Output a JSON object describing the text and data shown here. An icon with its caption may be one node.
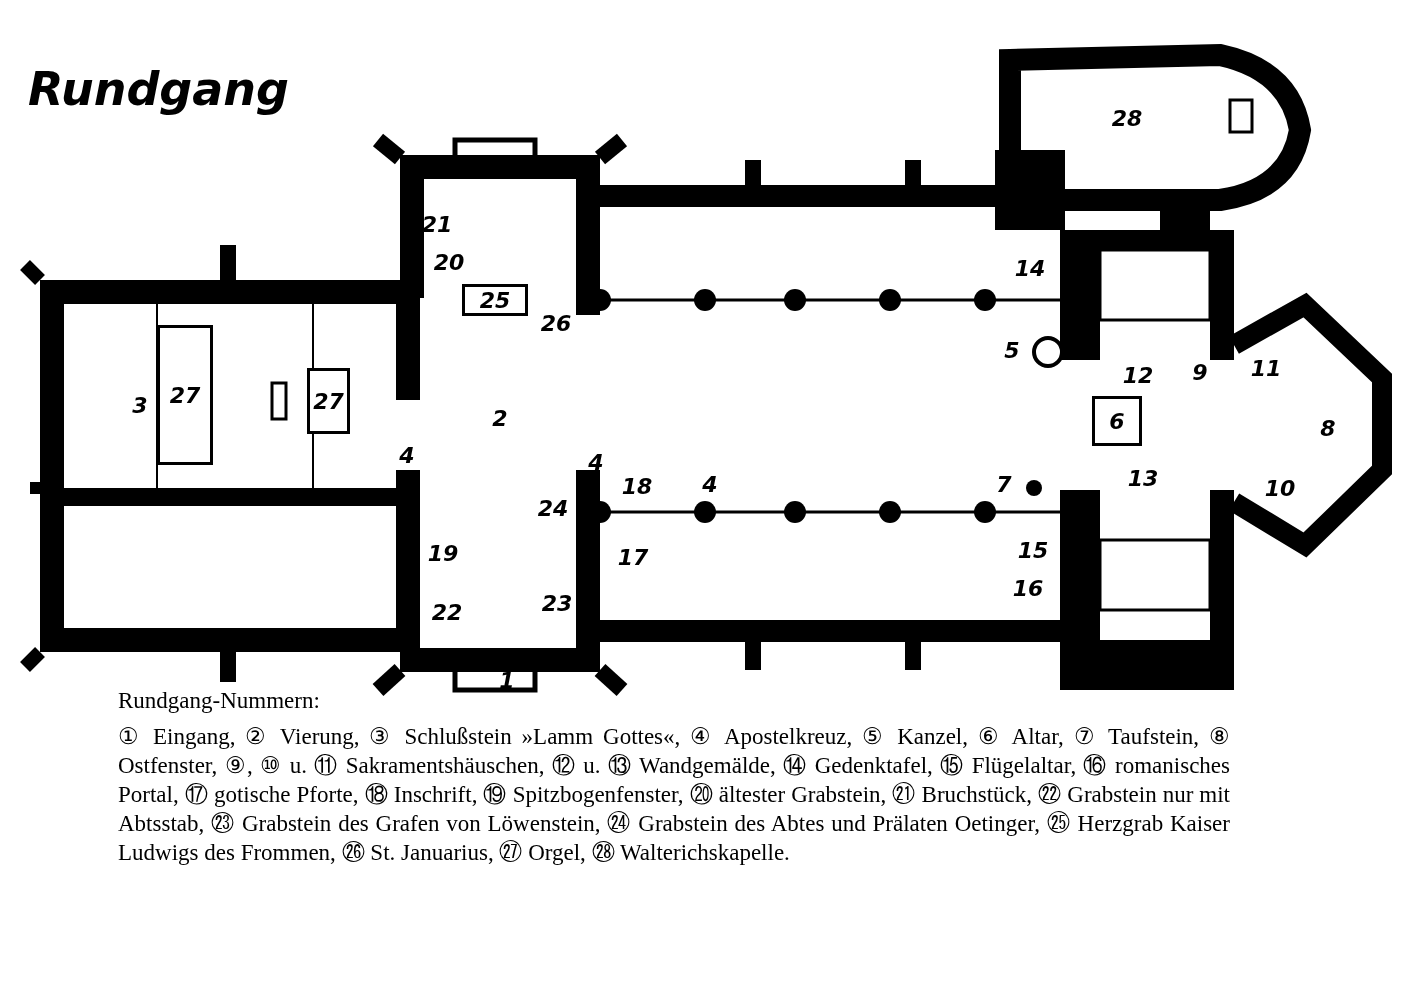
{
  "diagram": {
    "title": "Rundgang",
    "nodes": [
      {
        "text": [
          "25"
        ]
      },
      {
        "text": [
          "27"
        ]
      },
      {
        "text": [
          "27"
        ]
      },
      {
        "text": [
          "6"
        ]
      }
    ],
    "labels": [
      "28",
      "21",
      "20",
      "14",
      "26",
      "5",
      "12",
      "9",
      "11",
      "3",
      "2",
      "8",
      "4",
      "4",
      "13",
      "18",
      "4",
      "7",
      "10",
      "24",
      "19",
      "17",
      "15",
      "16",
      "23",
      "22",
      "1",
      "Rundgang-Nummern:",
      "① Eingang, ② Vierung, ③ Schlußstein »Lamm Gottes«, ④ Apostelkreuz, ⑤ Kanzel, ⑥ Altar, ⑦ Taufstein, ⑧ Ostfenster, ⑨, ⑩ u. ⑪ Sakramentshäuschen, ⑫ u. ⑬ Wandgemälde, ⑭ Gedenktafel, ⑮ Flügelaltar, ⑯ romanisches Portal, ⑰ gotische Pforte, ⑱ Inschrift, ⑲ Spitzbogenfenster, ⑳ ältester Grabstein, ㉑ Bruchstück, ㉒ Grabstein nur mit Abtsstab, ㉓ Grabstein des Grafen von Löwenstein, ㉔ Grabstein des Abtes und Prälaten Oetinger, ㉕ Herzgrab Kaiser Ludwigs des Frommen, ㉖ St. Januarius, ㉗ Orgel, ㉘ Walterichskapelle."
    ]
  }
}
